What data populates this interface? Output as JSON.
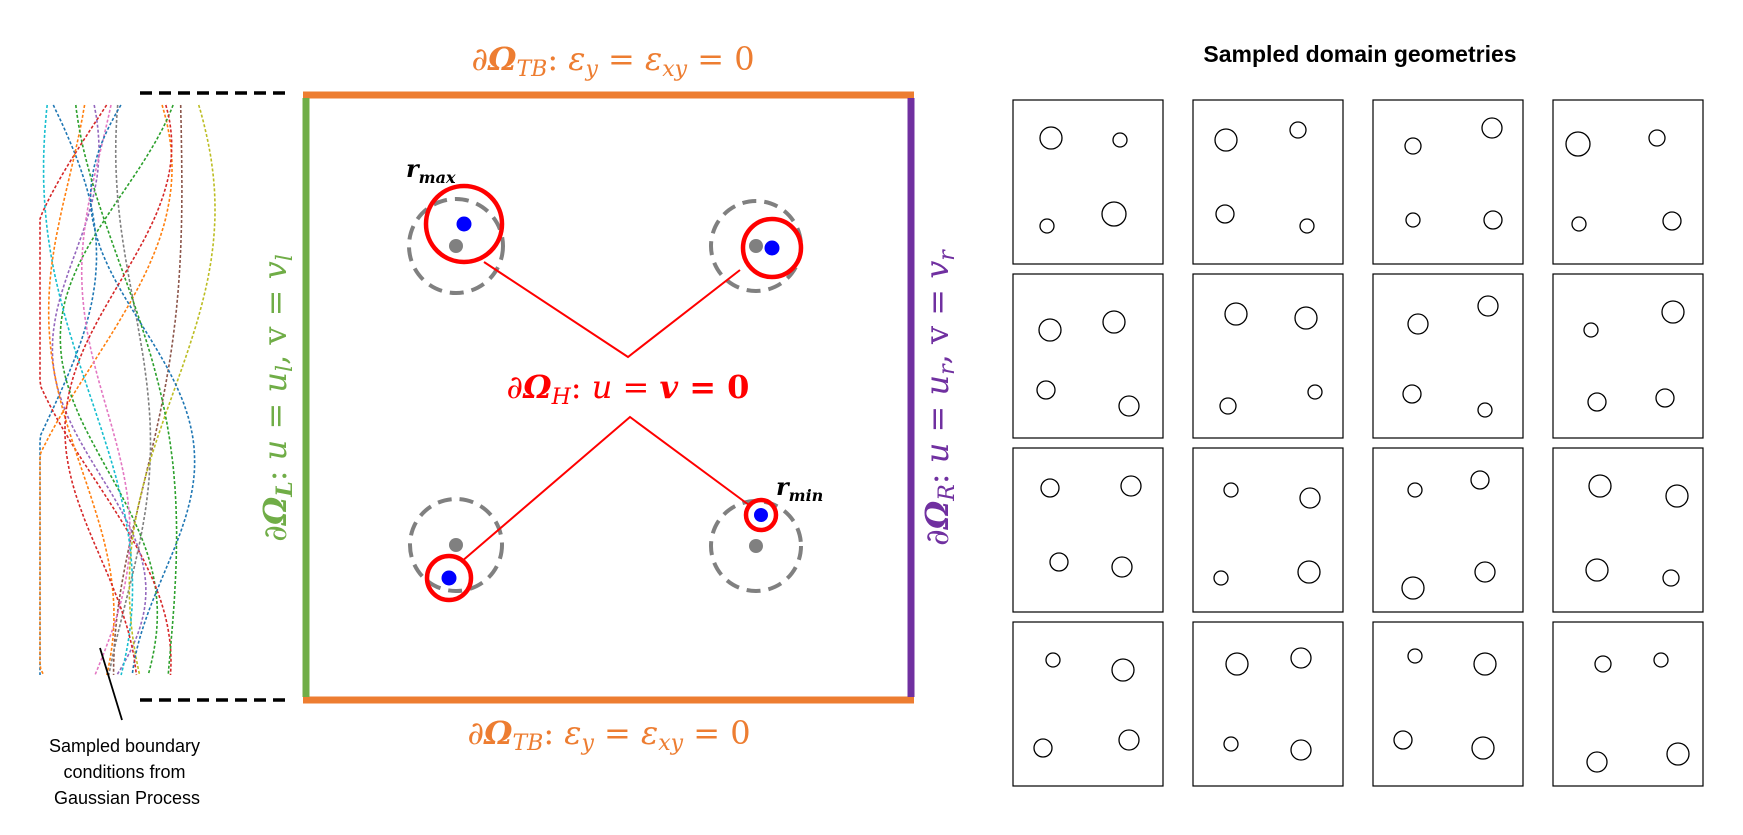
{
  "colors": {
    "orange": "#ED7D31",
    "green": "#70AD47",
    "purple": "#7030A0",
    "red": "#FF0000",
    "blue": "#0000FF",
    "gray": "#808080",
    "black": "#000000"
  },
  "labels": {
    "top_boundary": "∂Ω_TB: ε_y = ε_xy = 0",
    "bottom_boundary": "∂Ω_TB: ε_y = ε_xy = 0",
    "left_boundary": "∂Ω_L: u = u_l, v = v_l",
    "right_boundary": "∂Ω_R: u = u_r, v = v_r",
    "hole_boundary": "∂Ω_H: u = v = 0",
    "r_max": "r_max",
    "r_min": "r_min",
    "gp_caption_line1": "Sampled boundary",
    "gp_caption_line2": "conditions from",
    "gp_caption_line3": "Gaussian Process",
    "geometries_title": "Sampled domain geometries"
  },
  "gp_curves": [
    {
      "color": "#1f77b4"
    },
    {
      "color": "#ff7f0e"
    },
    {
      "color": "#2ca02c"
    },
    {
      "color": "#d62728"
    },
    {
      "color": "#9467bd"
    },
    {
      "color": "#8c564b"
    },
    {
      "color": "#e377c2"
    },
    {
      "color": "#7f7f7f"
    },
    {
      "color": "#bcbd22"
    },
    {
      "color": "#17becf"
    },
    {
      "color": "#1f77b4"
    },
    {
      "color": "#ff7f0e"
    },
    {
      "color": "#2ca02c"
    },
    {
      "color": "#d62728"
    }
  ]
}
